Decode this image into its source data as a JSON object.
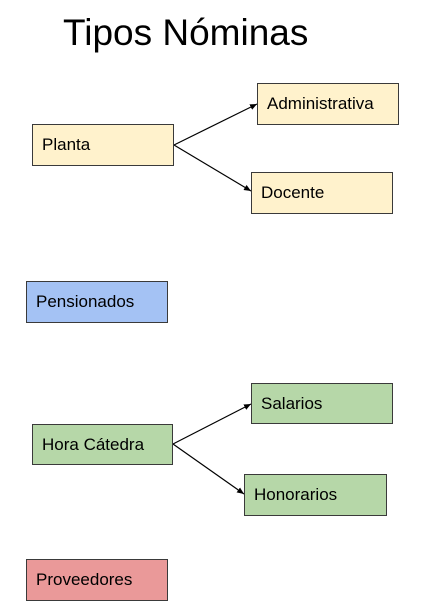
{
  "title": "Tipos Nóminas",
  "colors": {
    "yellow": "#fff2cc",
    "blue": "#a4c2f4",
    "green": "#b6d7a8",
    "red": "#ea9999",
    "stroke": "#000000"
  },
  "groups": {
    "planta": {
      "label": "Planta",
      "color": "yellow",
      "children": [
        {
          "label": "Administrativa"
        },
        {
          "label": "Docente"
        }
      ]
    },
    "pensionados": {
      "label": "Pensionados",
      "color": "blue"
    },
    "hora_catedra": {
      "label": "Hora Cátedra",
      "color": "green",
      "children": [
        {
          "label": "Salarios"
        },
        {
          "label": "Honorarios"
        }
      ]
    },
    "proveedores": {
      "label": "Proveedores",
      "color": "red"
    }
  }
}
